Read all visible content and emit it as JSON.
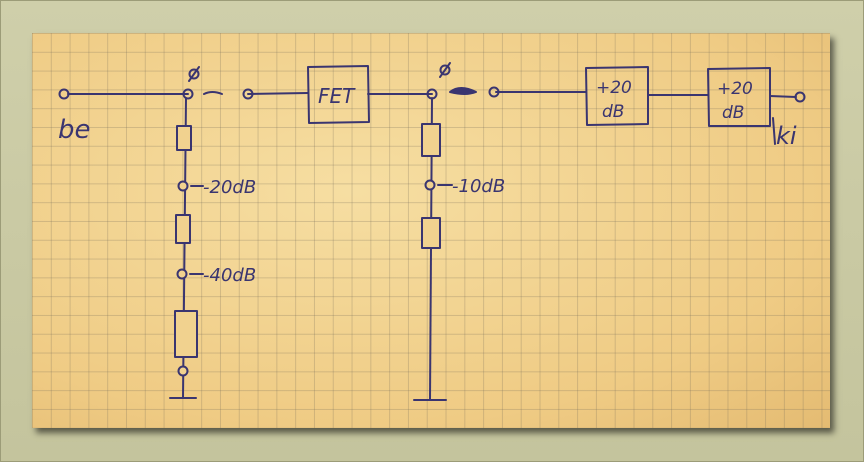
{
  "labels": {
    "input": "be",
    "output": "ki",
    "switch1_mark": "ø",
    "switch2_mark": "ø",
    "fet": "FET",
    "amp1_top": "+20",
    "amp1_bottom": "dB",
    "amp2_top": "+20",
    "amp2_bottom": "dB",
    "tap_minus20": "-20dB",
    "tap_minus40": "-40dB",
    "tap_minus10": "-10dB"
  },
  "colors": {
    "ink": "#3a3570",
    "paper": "#f1d28f",
    "background": "#c9c9a3"
  }
}
